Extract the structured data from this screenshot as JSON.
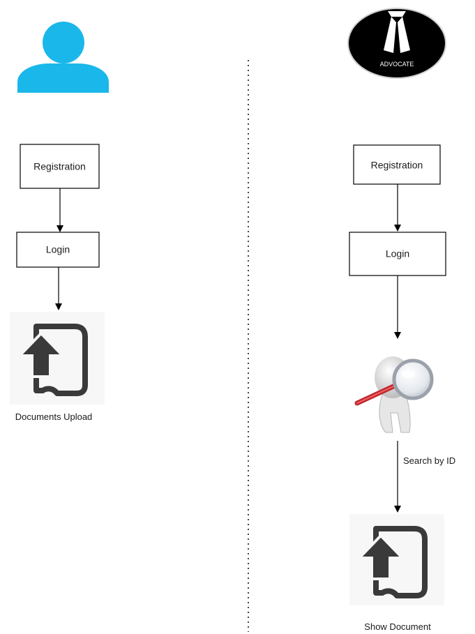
{
  "lanes": {
    "user": {
      "icon": "user-icon",
      "registration_label": "Registration",
      "login_label": "Login",
      "upload_icon": "document-upload-icon",
      "upload_caption": "Documents Upload"
    },
    "advocate": {
      "logo_text": "ADVOCATE",
      "registration_label": "Registration",
      "login_label": "Login",
      "search_icon": "magnifier-figure-icon",
      "search_edge_label": "Search by ID",
      "document_icon": "document-upload-icon",
      "document_caption": "Show Document"
    }
  },
  "colors": {
    "user_icon": "#1ab7ea",
    "logo_background": "#000000",
    "logo_text": "#ffffff",
    "box_border": "#000000",
    "document_icon": "#3a3a3a",
    "magnifier_handle": "#c0282d"
  }
}
